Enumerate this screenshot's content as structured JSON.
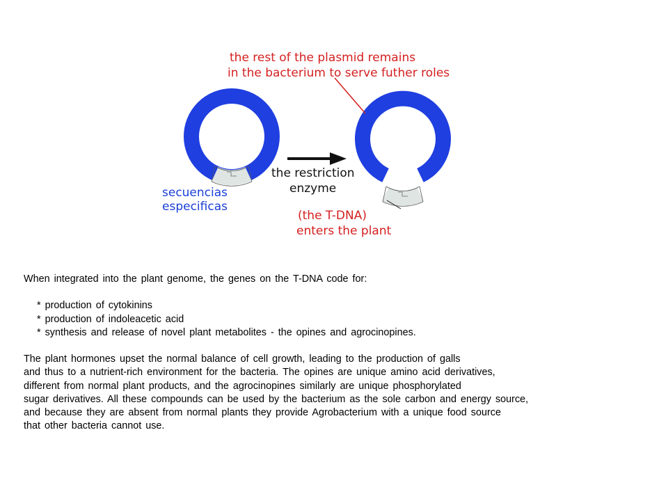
{
  "diagram": {
    "label_top_line1": "the rest of the plasmid remains",
    "label_top_line2": "in the bacterium to serve futher roles",
    "label_arrow_line1": "the restriction",
    "label_arrow_line2": "enzyme",
    "label_left_line1": "secuencias",
    "label_left_line2": "especificas",
    "label_bottom_line1": "(the T-DNA)",
    "label_bottom_line2": "enters the plant",
    "colors": {
      "plasmid": "#1f3fe0",
      "tdna": "#dfe5e2",
      "annotation": "#d42020",
      "left_label": "#1a3fd6"
    }
  },
  "text": {
    "intro": "When integrated into the plant genome, the genes on the T-DNA code for:",
    "bullets": [
      "production of cytokinins",
      "production of indoleacetic acid",
      "synthesis and release of novel plant metabolites - the opines and agrocinopines."
    ],
    "paragraph_lines": [
      "The plant hormones upset the normal balance of cell growth, leading to the production of galls",
      "and thus to a nutrient-rich environment for the bacteria. The opines are unique amino acid derivatives,",
      "different from normal plant products, and the agrocinopines similarly are unique phosphorylated",
      "sugar derivatives. All these compounds can be used by the bacterium as the sole carbon and energy source,",
      "and because they are absent from normal plants they provide Agrobacterium with a unique food source",
      "that other bacteria cannot use."
    ]
  }
}
